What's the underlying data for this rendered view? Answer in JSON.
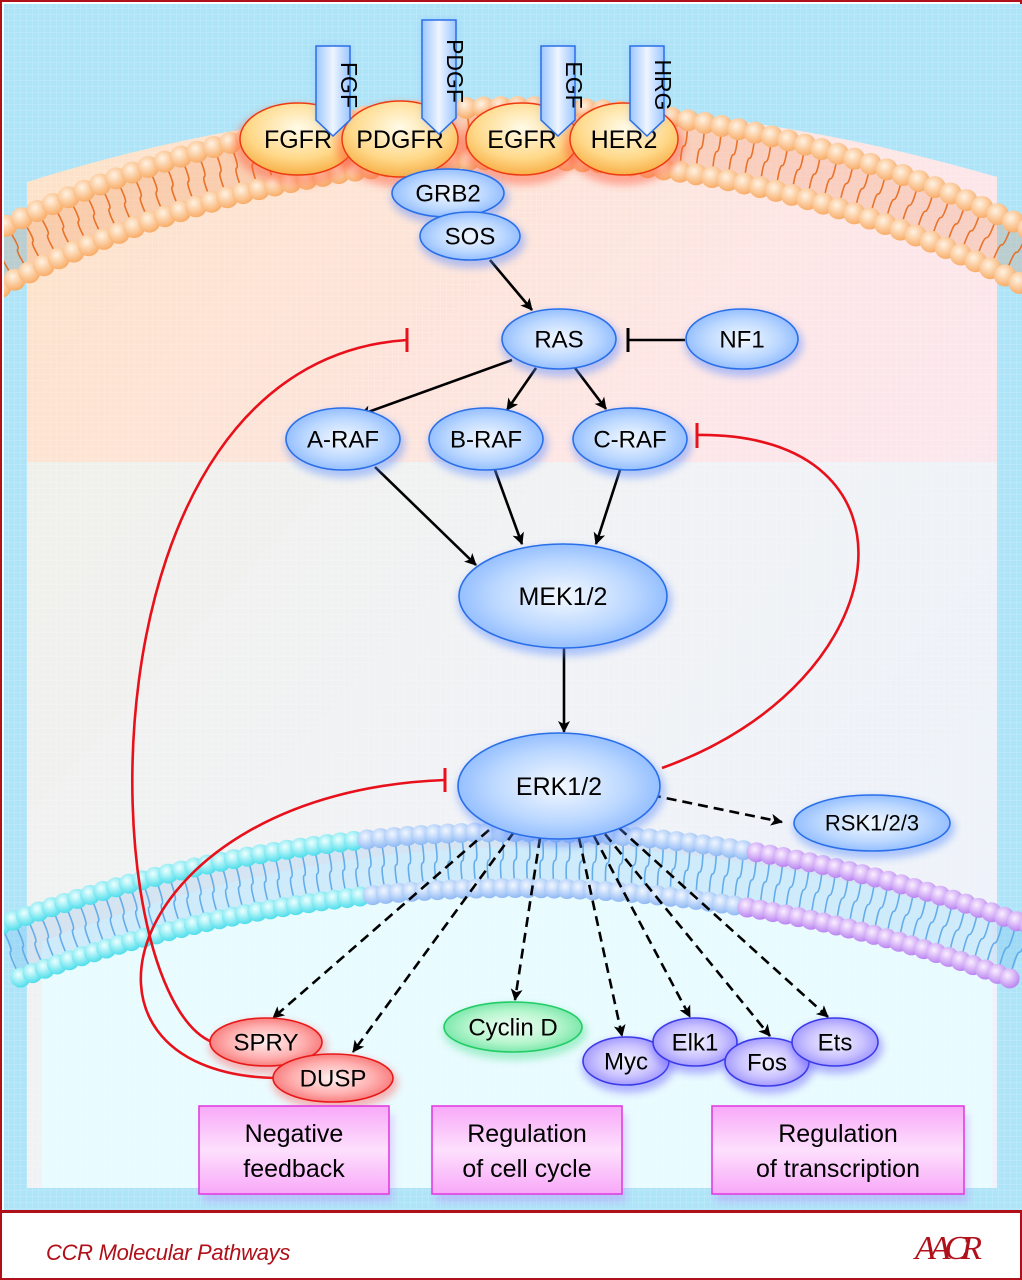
{
  "figure": {
    "compartments": [
      "extracellular",
      "cytoplasm",
      "nucleus"
    ],
    "ligands": [
      {
        "id": "fgf",
        "label": "FGF"
      },
      {
        "id": "pdgf",
        "label": "PDGF"
      },
      {
        "id": "egf",
        "label": "EGF"
      },
      {
        "id": "hrg",
        "label": "HRG"
      }
    ],
    "receptors": [
      {
        "id": "fgfr",
        "label": "FGFR"
      },
      {
        "id": "pdgfr",
        "label": "PDGFR"
      },
      {
        "id": "egfr",
        "label": "EGFR"
      },
      {
        "id": "her2",
        "label": "HER2"
      }
    ],
    "nodes": {
      "grb2": {
        "label": "GRB2",
        "color": "blue"
      },
      "sos": {
        "label": "SOS",
        "color": "blue"
      },
      "ras": {
        "label": "RAS",
        "color": "blue"
      },
      "nf1": {
        "label": "NF1",
        "color": "blue"
      },
      "araf": {
        "label": "A-RAF",
        "color": "blue"
      },
      "braf": {
        "label": "B-RAF",
        "color": "blue"
      },
      "craf": {
        "label": "C-RAF",
        "color": "blue"
      },
      "mek": {
        "label": "MEK1/2",
        "color": "blue"
      },
      "erk": {
        "label": "ERK1/2",
        "color": "blue"
      },
      "rsk": {
        "label": "RSK1/2/3",
        "color": "blue"
      },
      "spry": {
        "label": "SPRY",
        "color": "red"
      },
      "dusp": {
        "label": "DUSP",
        "color": "red"
      },
      "cyclind": {
        "label": "Cyclin D",
        "color": "green"
      },
      "myc": {
        "label": "Myc",
        "color": "purple"
      },
      "elk1": {
        "label": "Elk1",
        "color": "purple"
      },
      "fos": {
        "label": "Fos",
        "color": "purple"
      },
      "ets": {
        "label": "Ets",
        "color": "purple"
      }
    },
    "edges": [
      {
        "from": "sos",
        "to": "ras",
        "type": "activation"
      },
      {
        "from": "nf1",
        "to": "ras",
        "type": "inhibition"
      },
      {
        "from": "ras",
        "to": "araf",
        "type": "activation"
      },
      {
        "from": "ras",
        "to": "braf",
        "type": "activation"
      },
      {
        "from": "ras",
        "to": "craf",
        "type": "activation"
      },
      {
        "from": "araf",
        "to": "mek",
        "type": "activation"
      },
      {
        "from": "braf",
        "to": "mek",
        "type": "activation"
      },
      {
        "from": "craf",
        "to": "mek",
        "type": "activation"
      },
      {
        "from": "mek",
        "to": "erk",
        "type": "activation"
      },
      {
        "from": "erk",
        "to": "rsk",
        "type": "indirect"
      },
      {
        "from": "erk",
        "to": "spry",
        "type": "indirect"
      },
      {
        "from": "erk",
        "to": "dusp",
        "type": "indirect"
      },
      {
        "from": "erk",
        "to": "cyclind",
        "type": "indirect"
      },
      {
        "from": "erk",
        "to": "myc",
        "type": "indirect"
      },
      {
        "from": "erk",
        "to": "elk1",
        "type": "indirect"
      },
      {
        "from": "erk",
        "to": "fos",
        "type": "indirect"
      },
      {
        "from": "erk",
        "to": "ets",
        "type": "indirect"
      },
      {
        "from": "erk",
        "to": "craf",
        "type": "feedback-inhibition"
      },
      {
        "from": "spry",
        "to": "ras",
        "type": "feedback-inhibition"
      },
      {
        "from": "dusp",
        "to": "erk",
        "type": "feedback-inhibition"
      }
    ],
    "outcomes": [
      {
        "id": "negative-feedback",
        "line1": "Negative",
        "line2": "feedback"
      },
      {
        "id": "cell-cycle",
        "line1": "Regulation",
        "line2": "of cell cycle"
      },
      {
        "id": "transcription",
        "line1": "Regulation",
        "line2": "of transcription"
      }
    ],
    "colors": {
      "border": "#b0101a",
      "inhibition": "#e8101a",
      "outcome_box": "#ee55ee",
      "extracellular_bg": "#aee4f8",
      "cytoplasm_bg": "#fde6cc",
      "nucleus_bg": "#e8fbff"
    }
  },
  "footer": {
    "series": "CCR Molecular Pathways",
    "logo": "AACR"
  }
}
